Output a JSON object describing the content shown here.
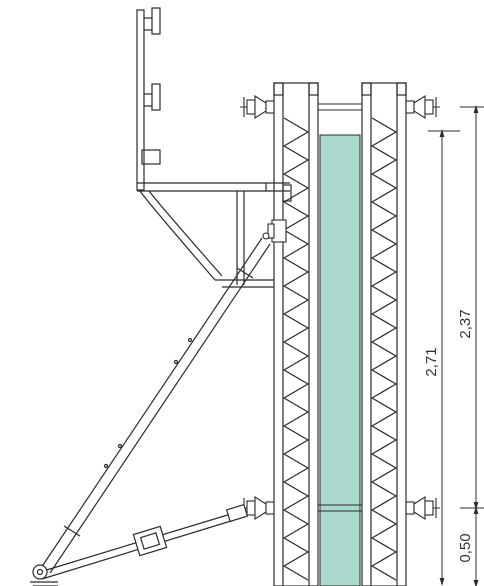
{
  "colors": {
    "line": "#2b2b2b",
    "concrete_fill": "#a9d8cc",
    "background": "#ffffff"
  },
  "dimensions": {
    "d1": "2,71",
    "d2": "2,37",
    "d3": "0,50"
  }
}
